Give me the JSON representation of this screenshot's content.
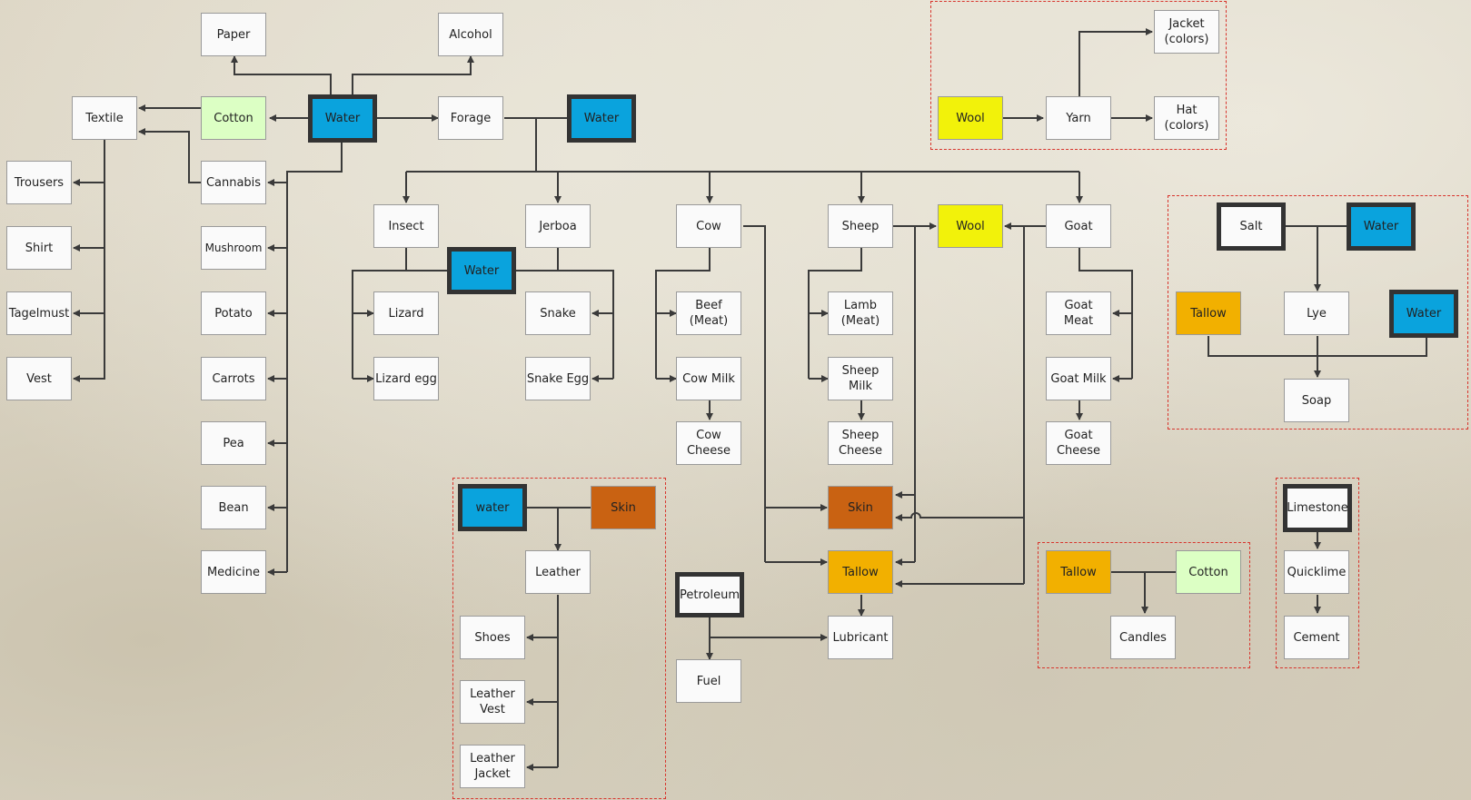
{
  "colors": {
    "water": "#0aa3dd",
    "cotton": "#dcffc4",
    "wool": "#f2f20a",
    "skin": "#c96212",
    "tallow": "#f2b000",
    "plain": "#fafafa",
    "line": "#3a3a3a",
    "group_border": "#d8342c"
  },
  "nodes": {
    "paper": "Paper",
    "alcohol": "Alcohol",
    "textile": "Textile",
    "cotton": "Cotton",
    "water_main": "Water",
    "forage": "Forage",
    "water_forage": "Water",
    "cannabis": "Cannabis",
    "trousers": "Trousers",
    "shirt": "Shirt",
    "tagelmust": "Tagelmust",
    "vest": "Vest",
    "mushroom": "Mushroom",
    "potato": "Potato",
    "carrots": "Carrots",
    "pea": "Pea",
    "bean": "Bean",
    "medicine": "Medicine",
    "insect": "Insect",
    "jerboa": "Jerboa",
    "cow": "Cow",
    "sheep": "Sheep",
    "wool_mid": "Wool",
    "goat": "Goat",
    "water_insect": "Water",
    "lizard": "Lizard",
    "lizard_egg": "Lizard egg",
    "snake": "Snake",
    "snake_egg": "Snake Egg",
    "beef": "Beef\n(Meat)",
    "cow_milk": "Cow Milk",
    "cow_cheese": "Cow\nCheese",
    "lamb": "Lamb\n(Meat)",
    "sheep_milk": "Sheep\nMilk",
    "sheep_cheese": "Sheep\nCheese",
    "goat_meat": "Goat\nMeat",
    "goat_milk": "Goat Milk",
    "goat_cheese": "Goat\nCheese",
    "skin_mid": "Skin",
    "tallow_mid": "Tallow",
    "lubricant": "Lubricant",
    "petroleum": "Petroleum",
    "fuel": "Fuel",
    "water_leather": "water",
    "skin_leather": "Skin",
    "leather": "Leather",
    "shoes": "Shoes",
    "leather_vest": "Leather\nVest",
    "leather_jacket": "Leather\nJacket",
    "wool_top": "Wool",
    "yarn": "Yarn",
    "jacket_colors": "Jacket\n(colors)",
    "hat_colors": "Hat\n(colors)",
    "salt": "Salt",
    "water_salt": "Water",
    "tallow_soap": "Tallow",
    "lye": "Lye",
    "water_lye": "Water",
    "soap": "Soap",
    "tallow_candle": "Tallow",
    "cotton_candle": "Cotton",
    "candles": "Candles",
    "limestone": "Limestone",
    "quicklime": "Quicklime",
    "cement": "Cement"
  }
}
